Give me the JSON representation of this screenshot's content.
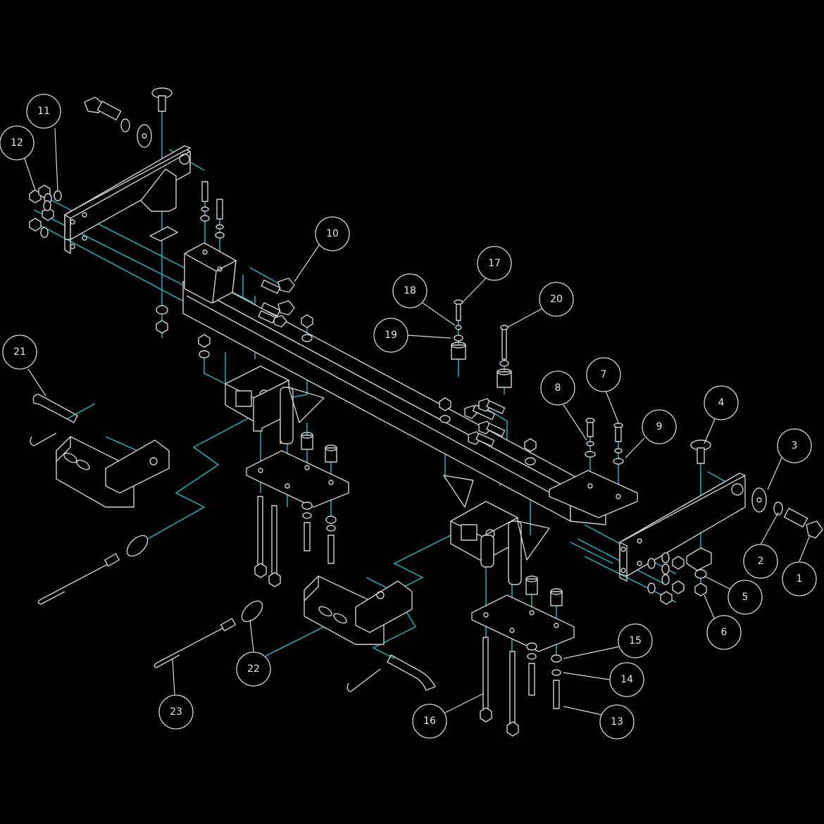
{
  "colors": {
    "background": "#000000",
    "parts": "#cfcfcf",
    "guides": "#19b3c4",
    "callouts": "#d8d8d8"
  },
  "callouts": [
    {
      "id": "1",
      "label": "1"
    },
    {
      "id": "2",
      "label": "2"
    },
    {
      "id": "3",
      "label": "3"
    },
    {
      "id": "4",
      "label": "4"
    },
    {
      "id": "5",
      "label": "5"
    },
    {
      "id": "6",
      "label": "6"
    },
    {
      "id": "7",
      "label": "7"
    },
    {
      "id": "8",
      "label": "8"
    },
    {
      "id": "9",
      "label": "9"
    },
    {
      "id": "10",
      "label": "10"
    },
    {
      "id": "11",
      "label": "11"
    },
    {
      "id": "12",
      "label": "12"
    },
    {
      "id": "13",
      "label": "13"
    },
    {
      "id": "14",
      "label": "14"
    },
    {
      "id": "15",
      "label": "15"
    },
    {
      "id": "16",
      "label": "16"
    },
    {
      "id": "17",
      "label": "17"
    },
    {
      "id": "18",
      "label": "18"
    },
    {
      "id": "19",
      "label": "19"
    },
    {
      "id": "20",
      "label": "20"
    },
    {
      "id": "21",
      "label": "21"
    },
    {
      "id": "22",
      "label": "22"
    },
    {
      "id": "23",
      "label": "23"
    }
  ]
}
